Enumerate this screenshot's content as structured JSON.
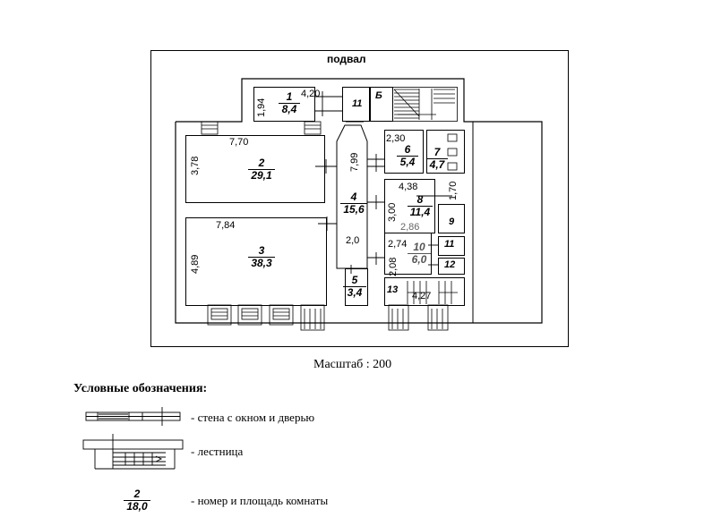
{
  "plan": {
    "title": "подвал",
    "scale_label": "Масштаб : 200",
    "dimensions": {
      "r1_height": "1,94",
      "r1_width": "4,20",
      "r2_width": "7,70",
      "r2_height": "3,78",
      "r3_width": "7,84",
      "r3_height": "4,89",
      "r4_height": "7,99",
      "r4_width": "2,0",
      "r6_width": "2,30",
      "r8_width": "4,38",
      "r8_height": "3,00",
      "r9_height": "1,70",
      "r10_width_top": "2,86",
      "r10_width": "2,74",
      "r10_height": "2,08",
      "r13_width": "4,27"
    },
    "rooms": [
      {
        "id": "1",
        "number": "1",
        "area": "8,4"
      },
      {
        "id": "2",
        "number": "2",
        "area": "29,1"
      },
      {
        "id": "3",
        "number": "3",
        "area": "38,3"
      },
      {
        "id": "4",
        "number": "4",
        "area": "15,6"
      },
      {
        "id": "5",
        "number": "5",
        "area": "3,4"
      },
      {
        "id": "6",
        "number": "6",
        "area": "5,4"
      },
      {
        "id": "7",
        "number": "7",
        "area": "4,7"
      },
      {
        "id": "8",
        "number": "8",
        "area": "11,4"
      },
      {
        "id": "10",
        "number": "10",
        "area": "6,0"
      }
    ],
    "single_labels": {
      "r9": "9",
      "r11a": "11",
      "r11b": "11",
      "r12": "12",
      "r13": "13",
      "b": "Б"
    }
  },
  "legend": {
    "heading": "Условные обозначения:",
    "wall_text": "- стена с окном и дверью",
    "stair_text": "- лестница",
    "room_text": "- номер и площадь комнаты",
    "example_number": "2",
    "example_area": "18,0"
  }
}
